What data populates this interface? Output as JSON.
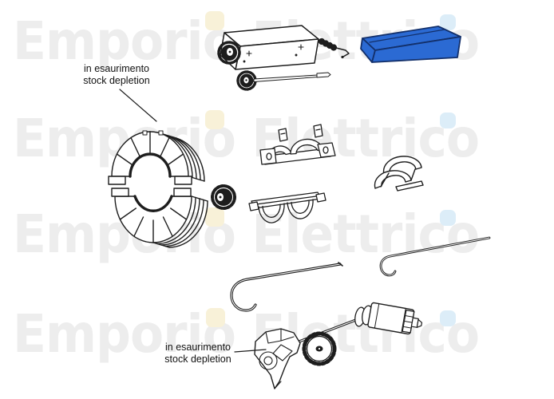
{
  "watermark": {
    "text": "Emporio Elettrico",
    "row_count": 4,
    "text_color": "#ededed",
    "accent_dot_yellow": "#f8f1d8",
    "accent_dot_blue": "#dcedf8"
  },
  "annotations": {
    "stock_note": {
      "line1": "in esaurimento",
      "line2": "stock depletion"
    }
  },
  "highlight": {
    "selected_part_fill": "#2b6ad3",
    "selected_part_outline": "#13306b"
  },
  "parts": [
    {
      "name": "power-unit-box"
    },
    {
      "name": "selected-cover-blue"
    },
    {
      "name": "gear-shaft"
    },
    {
      "name": "drum-half-shell-top"
    },
    {
      "name": "drum-half-shell-bottom"
    },
    {
      "name": "pinion-gear"
    },
    {
      "name": "clamp-half-top"
    },
    {
      "name": "clamp-half-bottom"
    },
    {
      "name": "c-clip"
    },
    {
      "name": "hook-rod-left"
    },
    {
      "name": "hook-rod-right"
    },
    {
      "name": "motor-assembly"
    }
  ]
}
